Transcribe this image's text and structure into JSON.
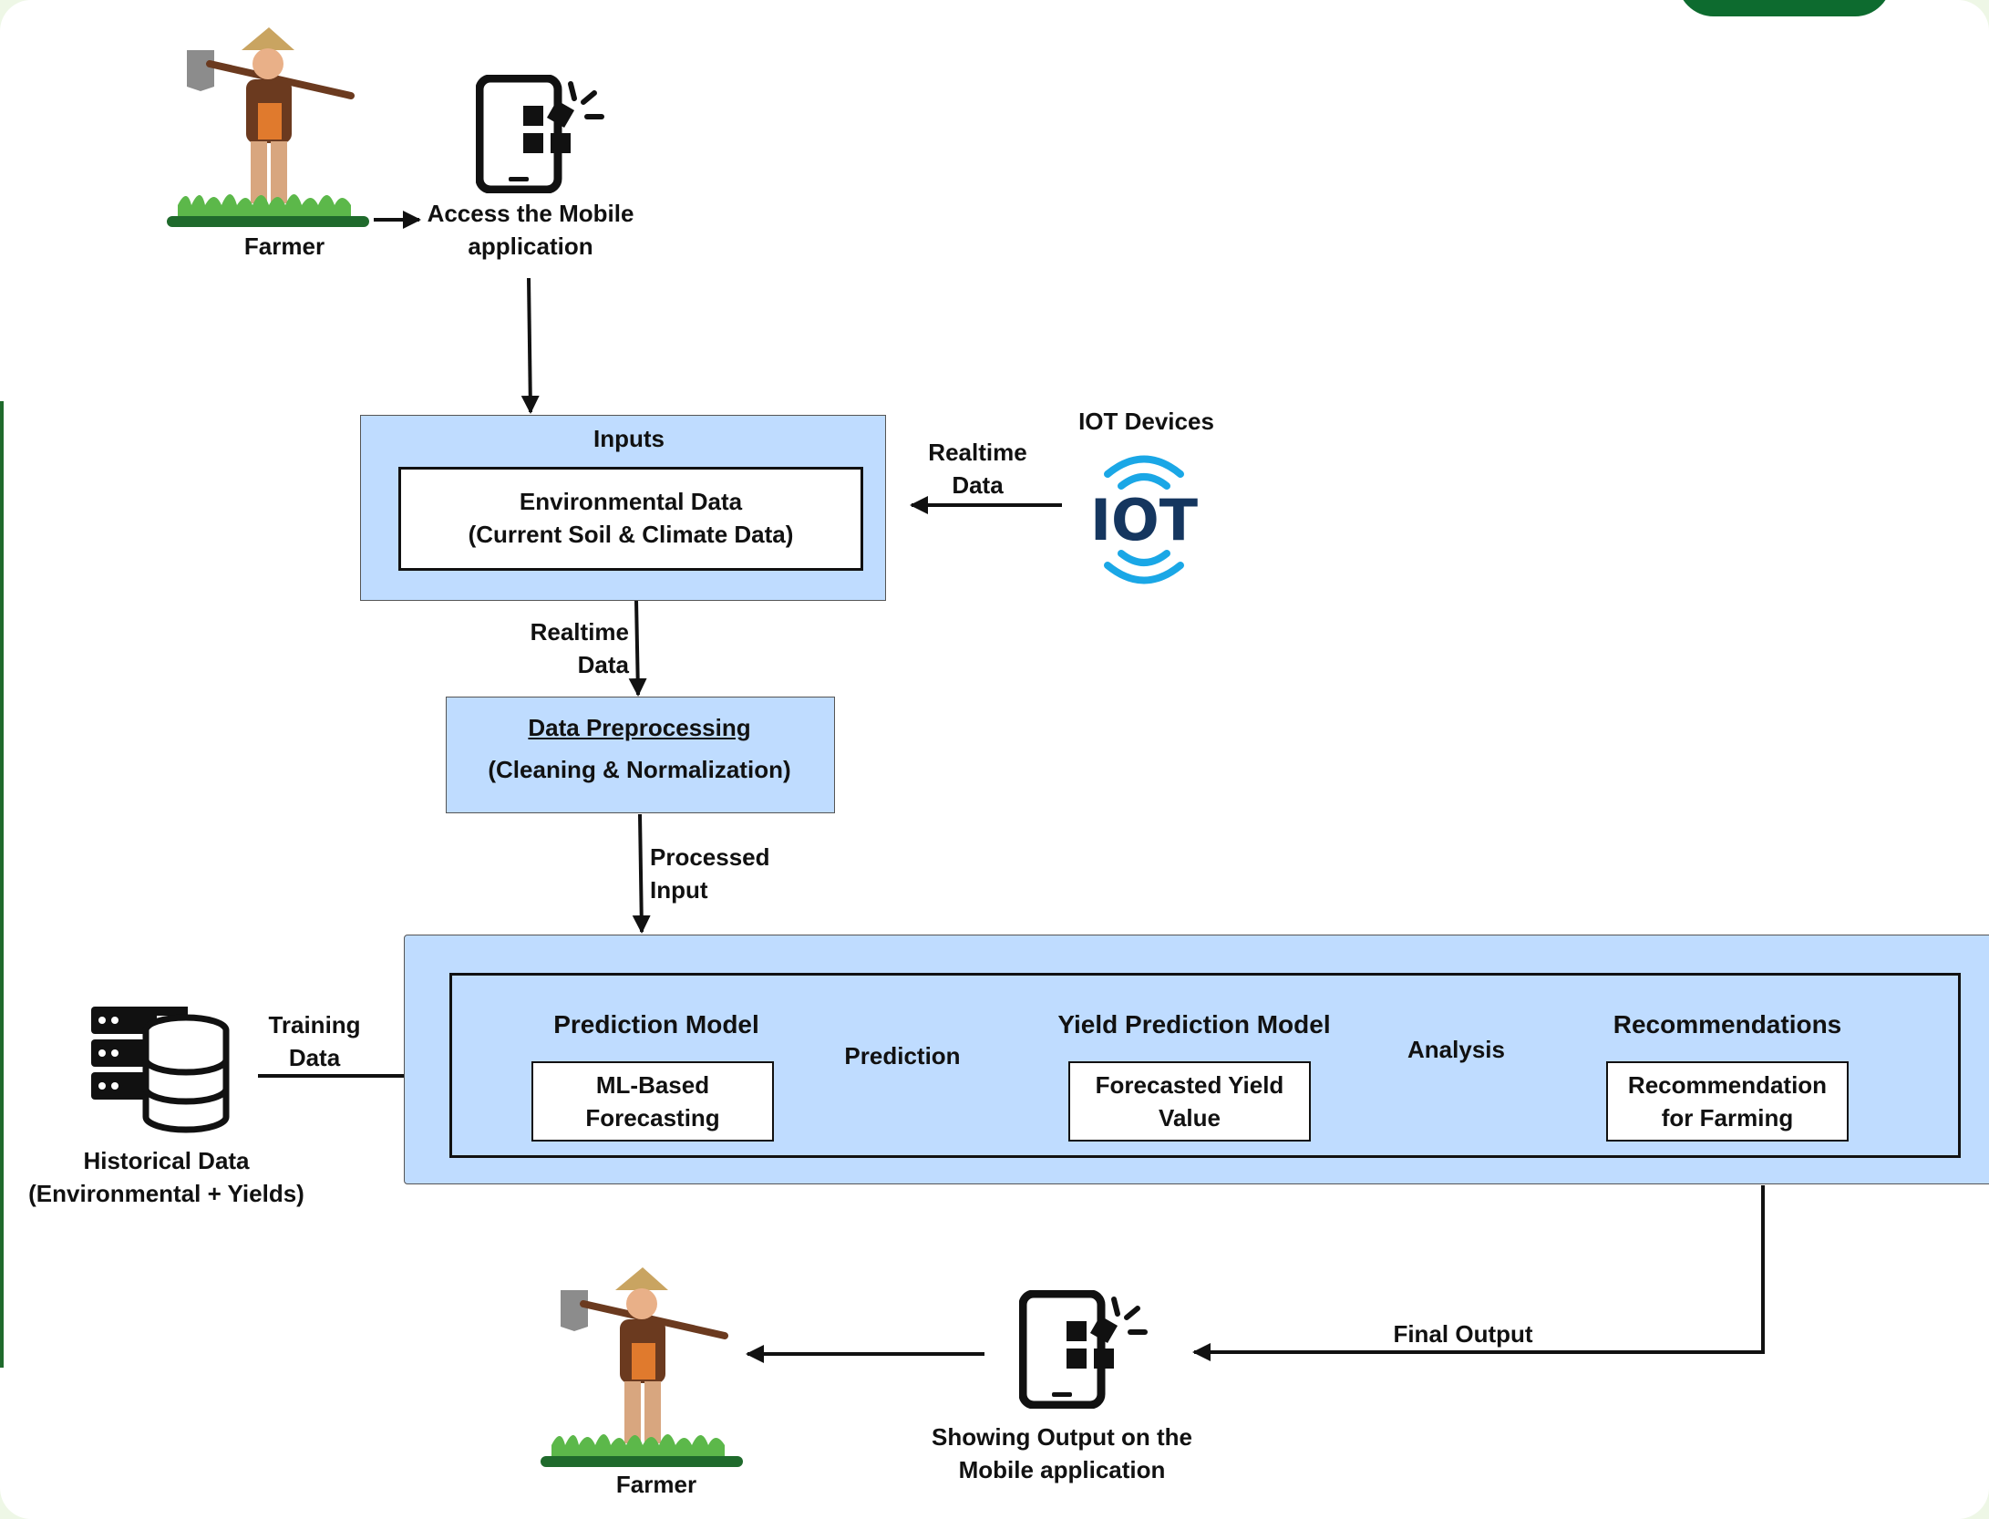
{
  "farmer_label": "Farmer",
  "mobile_access": {
    "line1": "Access the Mobile",
    "line2": "application"
  },
  "inputs": {
    "title": "Inputs",
    "env_line1": "Environmental Data",
    "env_line2": "(Current Soil & Climate Data)"
  },
  "iot": {
    "title": "IOT Devices",
    "logo_text": "IOT"
  },
  "realtime_data_1": {
    "line1": "Realtime",
    "line2": "Data"
  },
  "realtime_data_2": {
    "line1": "Realtime",
    "line2": "Data"
  },
  "preprocessing": {
    "title": "Data Preprocessing",
    "subtitle": "(Cleaning & Normalization)"
  },
  "processed_input": {
    "line1": "Processed",
    "line2": "Input"
  },
  "historical": {
    "line1": "Historical Data",
    "line2": "(Environmental + Yields)"
  },
  "training_data": {
    "line1": "Training",
    "line2": "Data"
  },
  "prediction_model": {
    "title": "Prediction Model",
    "box_line1": "ML-Based",
    "box_line2": "Forecasting"
  },
  "prediction_arrow_label": "Prediction",
  "yield_model": {
    "title": "Yield Prediction Model",
    "box_line1": "Forecasted Yield",
    "box_line2": "Value"
  },
  "analysis_arrow_label": "Analysis",
  "recommendations": {
    "title": "Recommendations",
    "box_line1": "Recommendation",
    "box_line2": "for Farming"
  },
  "final_output_label": "Final Output",
  "mobile_output": {
    "line1": "Showing Output on the",
    "line2": "Mobile  application"
  },
  "colors": {
    "panel_blue": "#bfdcff",
    "iot_blue": "#1aa7e6",
    "iot_navy": "#15365f",
    "accent_green": "#0d6b2f"
  }
}
